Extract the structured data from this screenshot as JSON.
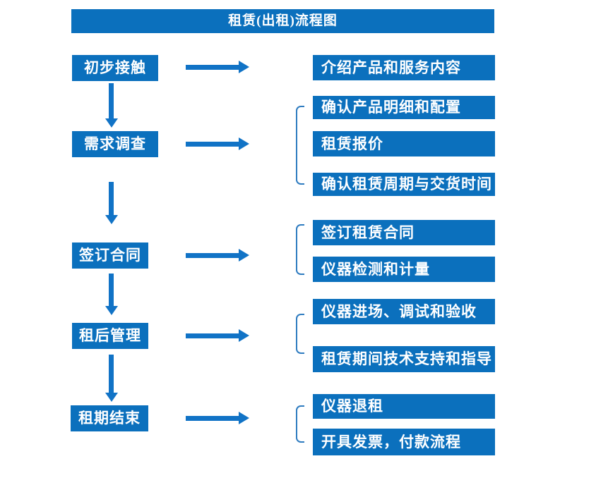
{
  "title": "租赁(出租)流程图",
  "colors": {
    "box_blue": "#0b70bd",
    "arrow_blue": "#1173c6",
    "bracket_blue": "#2f7cc0",
    "text_white": "#ffffff",
    "background": "#ffffff"
  },
  "steps": [
    {
      "label": "初步接触",
      "details": [
        "介绍产品和服务内容"
      ]
    },
    {
      "label": "需求调查",
      "details": [
        "确认产品明细和配置",
        "租赁报价",
        "确认租赁周期与交货时间"
      ]
    },
    {
      "label": "签订合同",
      "details": [
        "签订租赁合同",
        "仪器检测和计量"
      ]
    },
    {
      "label": "租后管理",
      "details": [
        "仪器进场、调试和验收",
        "租赁期间技术支持和指导"
      ]
    },
    {
      "label": "租期结束",
      "details": [
        "仪器退租",
        "开具发票，付款流程"
      ]
    }
  ]
}
